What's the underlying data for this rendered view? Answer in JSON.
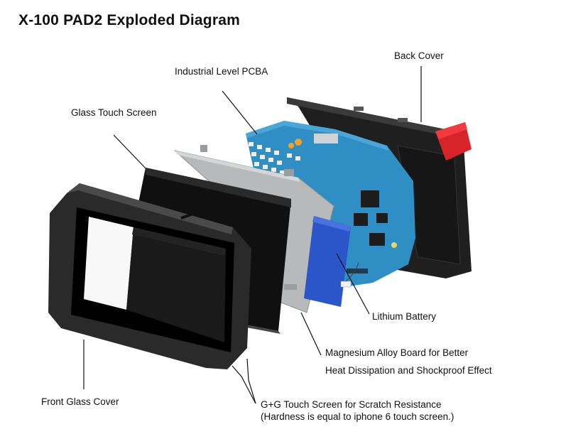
{
  "title": "X-100 PAD2 Exploded Diagram",
  "labels": {
    "back_cover": "Back Cover",
    "pcba": "Industrial Level PCBA",
    "glass_touch_screen": "Glass Touch Screen",
    "lithium_battery": "Lithium Battery",
    "magnesium_line1": "Magnesium Alloy Board for Better",
    "magnesium_line2": "Heat Dissipation and Shockproof Effect",
    "front_glass_cover": "Front Glass Cover",
    "gg_line1": "G+G Touch Screen for Scratch Resistance",
    "gg_line2": "(Hardness is equal to iphone 6 touch screen.)"
  },
  "colors": {
    "pcb": "#2f8fc4",
    "back_cover": "#222222",
    "red_accent": "#d8232a",
    "battery": "#2a56c9",
    "magnesium": "#b7b9bb",
    "frame": "#2a2a2a"
  }
}
